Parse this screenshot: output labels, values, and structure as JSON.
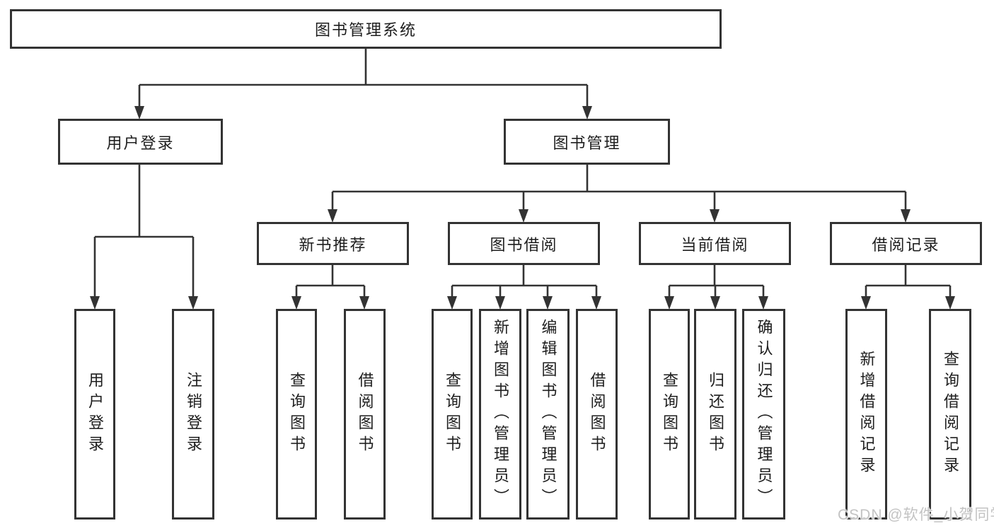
{
  "diagram": {
    "nodes": {
      "root": {
        "label": "图书管理系统"
      },
      "user": {
        "label": "用户登录",
        "children": {
          "login": {
            "label": "用户登录"
          },
          "logout": {
            "label": "注销登录"
          }
        }
      },
      "book": {
        "label": "图书管理",
        "children": {
          "newrec": {
            "label": "新书推荐",
            "children": {
              "query": {
                "label": "查询图书"
              },
              "borrow": {
                "label": "借阅图书"
              }
            }
          },
          "borrowing": {
            "label": "图书借阅",
            "children": {
              "query": {
                "label": "查询图书"
              },
              "add": {
                "label": "新增图书（管理员）"
              },
              "edit": {
                "label": "编辑图书（管理员）"
              },
              "borrow": {
                "label": "借阅图书"
              }
            }
          },
          "current": {
            "label": "当前借阅",
            "children": {
              "query": {
                "label": "查询图书"
              },
              "return": {
                "label": "归还图书"
              },
              "confirm": {
                "label": "确认归还（管理员）"
              }
            }
          },
          "record": {
            "label": "借阅记录",
            "children": {
              "add": {
                "label": "新增借阅记录"
              },
              "query": {
                "label": "查询借阅记录"
              }
            }
          }
        }
      }
    }
  },
  "watermark": {
    "text": "CSDN @软件_小贺同学"
  },
  "colors": {
    "line": "#333333",
    "box_border": "#333333",
    "text": "#1e1e1e",
    "watermark": "#c3c3c3",
    "background": "#ffffff"
  }
}
